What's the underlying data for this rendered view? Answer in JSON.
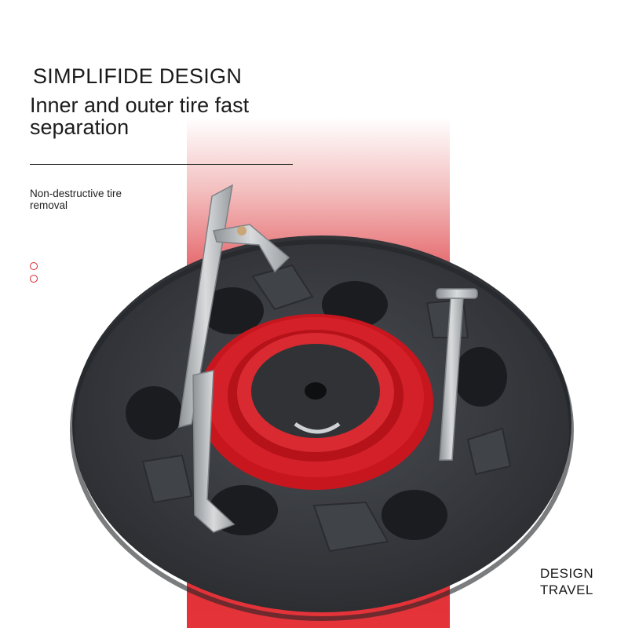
{
  "headline": "SIMPLIFIDE DESIGN",
  "subheadline": "Inner and outer tire fast separation",
  "note": "Non-destructive tire removal",
  "bottom_label": {
    "line1": "DESIGN",
    "line2": "TRAVEL"
  },
  "colors": {
    "accent": "#d9242c",
    "disc": "#3a3d42",
    "hub": "#c8161e",
    "metal": "#b9bcbf"
  },
  "icons": [
    "tire-separator-tool-image",
    "circle-bullet-icon"
  ]
}
